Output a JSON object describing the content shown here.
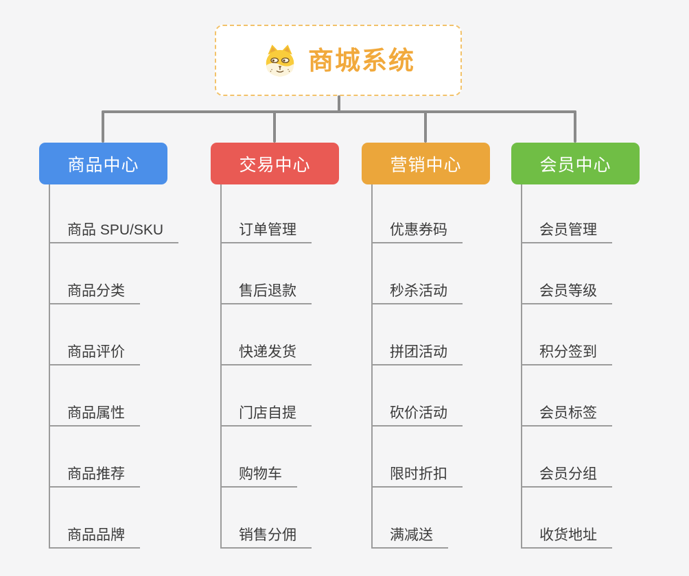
{
  "canvas": {
    "background": "#F5F5F6",
    "connector_color": "#8A8A8A",
    "child_line_color": "#9B9B9B",
    "child_text_color": "#3B3B3B"
  },
  "root": {
    "title": "商城系统",
    "icon": "shiba-dog-icon",
    "text_color": "#F1A93C",
    "border_color": "#F2C26A",
    "background": "#FFFFFF"
  },
  "branches": [
    {
      "id": "product",
      "label": "商品中心",
      "color": "#4B8FE9",
      "children": [
        "商品 SPU/SKU",
        "商品分类",
        "商品评价",
        "商品属性",
        "商品推荐",
        "商品品牌"
      ]
    },
    {
      "id": "trade",
      "label": "交易中心",
      "color": "#E95A54",
      "children": [
        "订单管理",
        "售后退款",
        "快递发货",
        "门店自提",
        "购物车",
        "销售分佣"
      ]
    },
    {
      "id": "marketing",
      "label": "营销中心",
      "color": "#EBA63B",
      "children": [
        "优惠券码",
        "秒杀活动",
        "拼团活动",
        "砍价活动",
        "限时折扣",
        "满减送"
      ]
    },
    {
      "id": "member",
      "label": "会员中心",
      "color": "#70BE45",
      "children": [
        "会员管理",
        "会员等级",
        "积分签到",
        "会员标签",
        "会员分组",
        "收货地址"
      ]
    }
  ]
}
